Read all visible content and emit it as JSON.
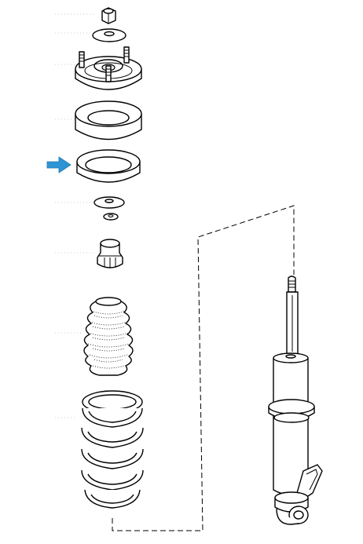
{
  "diagram": {
    "parts": [
      {
        "id": "nut"
      },
      {
        "id": "washer-top"
      },
      {
        "id": "strut-mount"
      },
      {
        "id": "upper-spring-seat"
      },
      {
        "id": "insulator-ring"
      },
      {
        "id": "washer"
      },
      {
        "id": "small-nut"
      },
      {
        "id": "bump-stopper"
      },
      {
        "id": "dust-boot"
      },
      {
        "id": "coil-spring"
      },
      {
        "id": "shock-absorber"
      }
    ],
    "highlight": {
      "target": "insulator-ring",
      "color": "#2e94d4"
    },
    "colors": {
      "line": "#000000",
      "background": "#ffffff",
      "arrow": "#2e94d4"
    }
  }
}
